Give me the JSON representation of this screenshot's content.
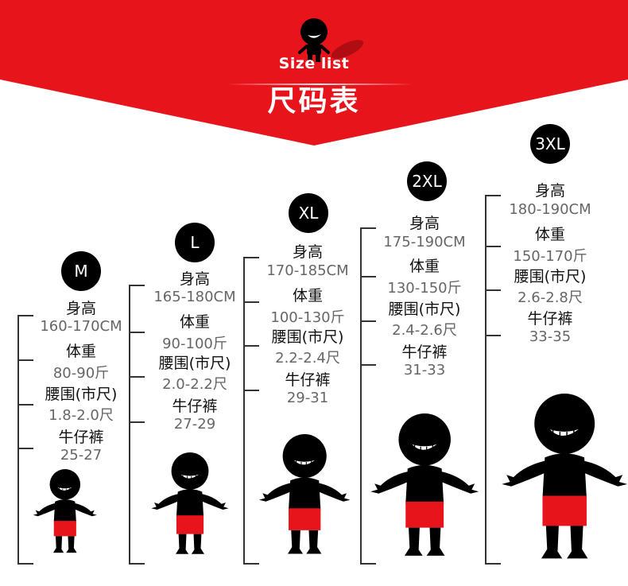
{
  "header": {
    "title_en": "Size list",
    "title_zh": "尺码表",
    "colors": {
      "banner": "#e8141b",
      "shorts": "#e8141b"
    }
  },
  "sizes": [
    {
      "badge": "M",
      "height_label": "身高",
      "height": "160-170CM",
      "weight_label": "体重",
      "weight": "80-90斤",
      "waist_label": "腰围(市尺)",
      "waist": "1.8-2.0尺",
      "jeans_label": "牛仔裤",
      "jeans": "25-27"
    },
    {
      "badge": "L",
      "height_label": "身高",
      "height": "165-180CM",
      "weight_label": "体重",
      "weight": "90-100斤",
      "waist_label": "腰围(市尺)",
      "waist": "2.0-2.2尺",
      "jeans_label": "牛仔裤",
      "jeans": "27-29"
    },
    {
      "badge": "XL",
      "height_label": "身高",
      "height": "170-185CM",
      "weight_label": "体重",
      "weight": "100-130斤",
      "waist_label": "腰围(市尺)",
      "waist": "2.2-2.4尺",
      "jeans_label": "牛仔裤",
      "jeans": "29-31"
    },
    {
      "badge": "2XL",
      "height_label": "身高",
      "height": "175-190CM",
      "weight_label": "体重",
      "weight": "130-150斤",
      "waist_label": "腰围(市尺)",
      "waist": "2.4-2.6尺",
      "jeans_label": "牛仔裤",
      "jeans": "31-33"
    },
    {
      "badge": "3XL",
      "height_label": "身高",
      "height": "180-190CM",
      "weight_label": "体重",
      "weight": "150-170斤",
      "waist_label": "腰围(市尺)",
      "waist": "2.6-2.8尺",
      "jeans_label": "牛仔裤",
      "jeans": "33-35"
    }
  ]
}
